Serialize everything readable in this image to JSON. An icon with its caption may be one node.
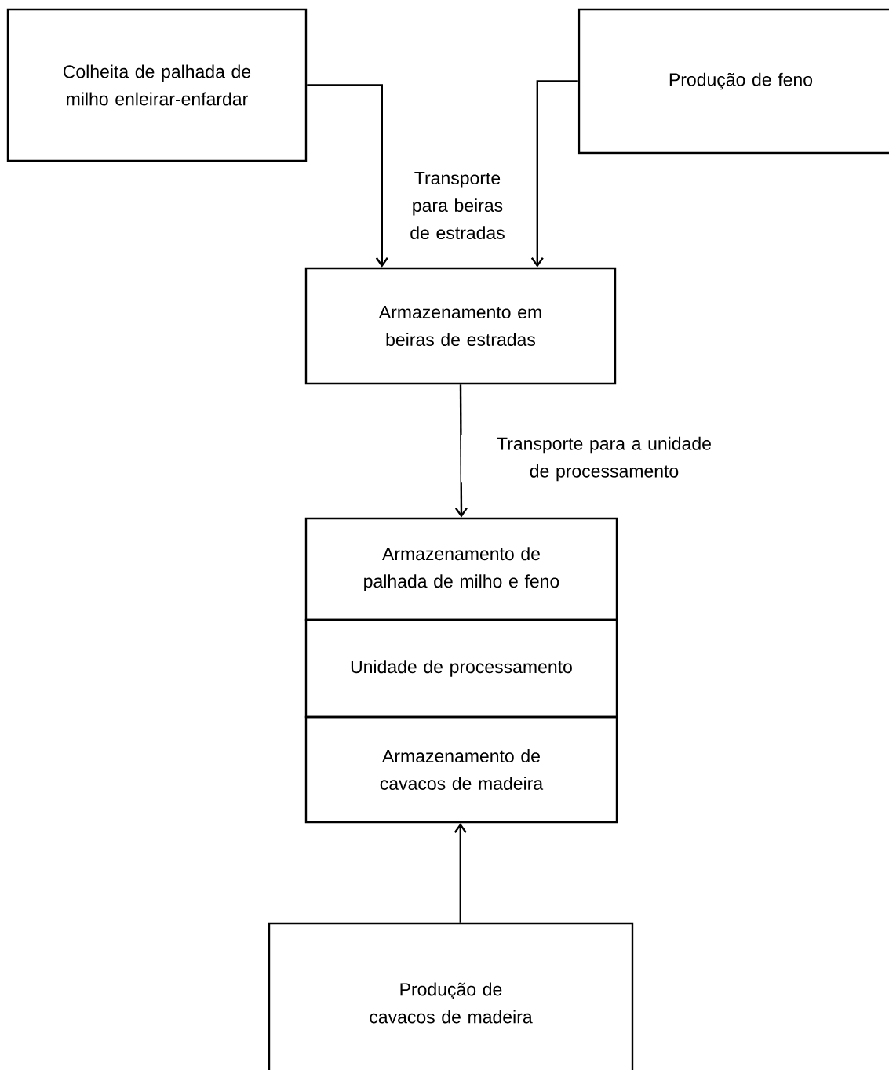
{
  "diagram": {
    "nodes": [
      {
        "text": [
          "Colheita de palhada de milho enleirar-enfardar"
        ]
      },
      {
        "text": [
          "Produção de feno"
        ]
      },
      {
        "text": [
          "Armazenamento em beiras de estradas"
        ]
      },
      {
        "text": [
          "Armazenamento de palhada de milho e feno"
        ]
      },
      {
        "text": [
          "Unidade de processamento"
        ]
      },
      {
        "text": [
          "Armazenamento de cavacos de madeira"
        ]
      },
      {
        "text": [
          "Produção de cavacos de madeira"
        ]
      }
    ],
    "edges": [
      {
        "from": 0,
        "to": 2,
        "arrow": "to",
        "label": "Transporte para beiras de estradas"
      },
      {
        "from": 1,
        "to": 2,
        "arrow": "to"
      },
      {
        "from": 2,
        "to": 3,
        "arrow": "to",
        "label": "Transporte para a unidade de processamento"
      },
      {
        "from": 6,
        "to": 5,
        "arrow": "to"
      }
    ]
  }
}
